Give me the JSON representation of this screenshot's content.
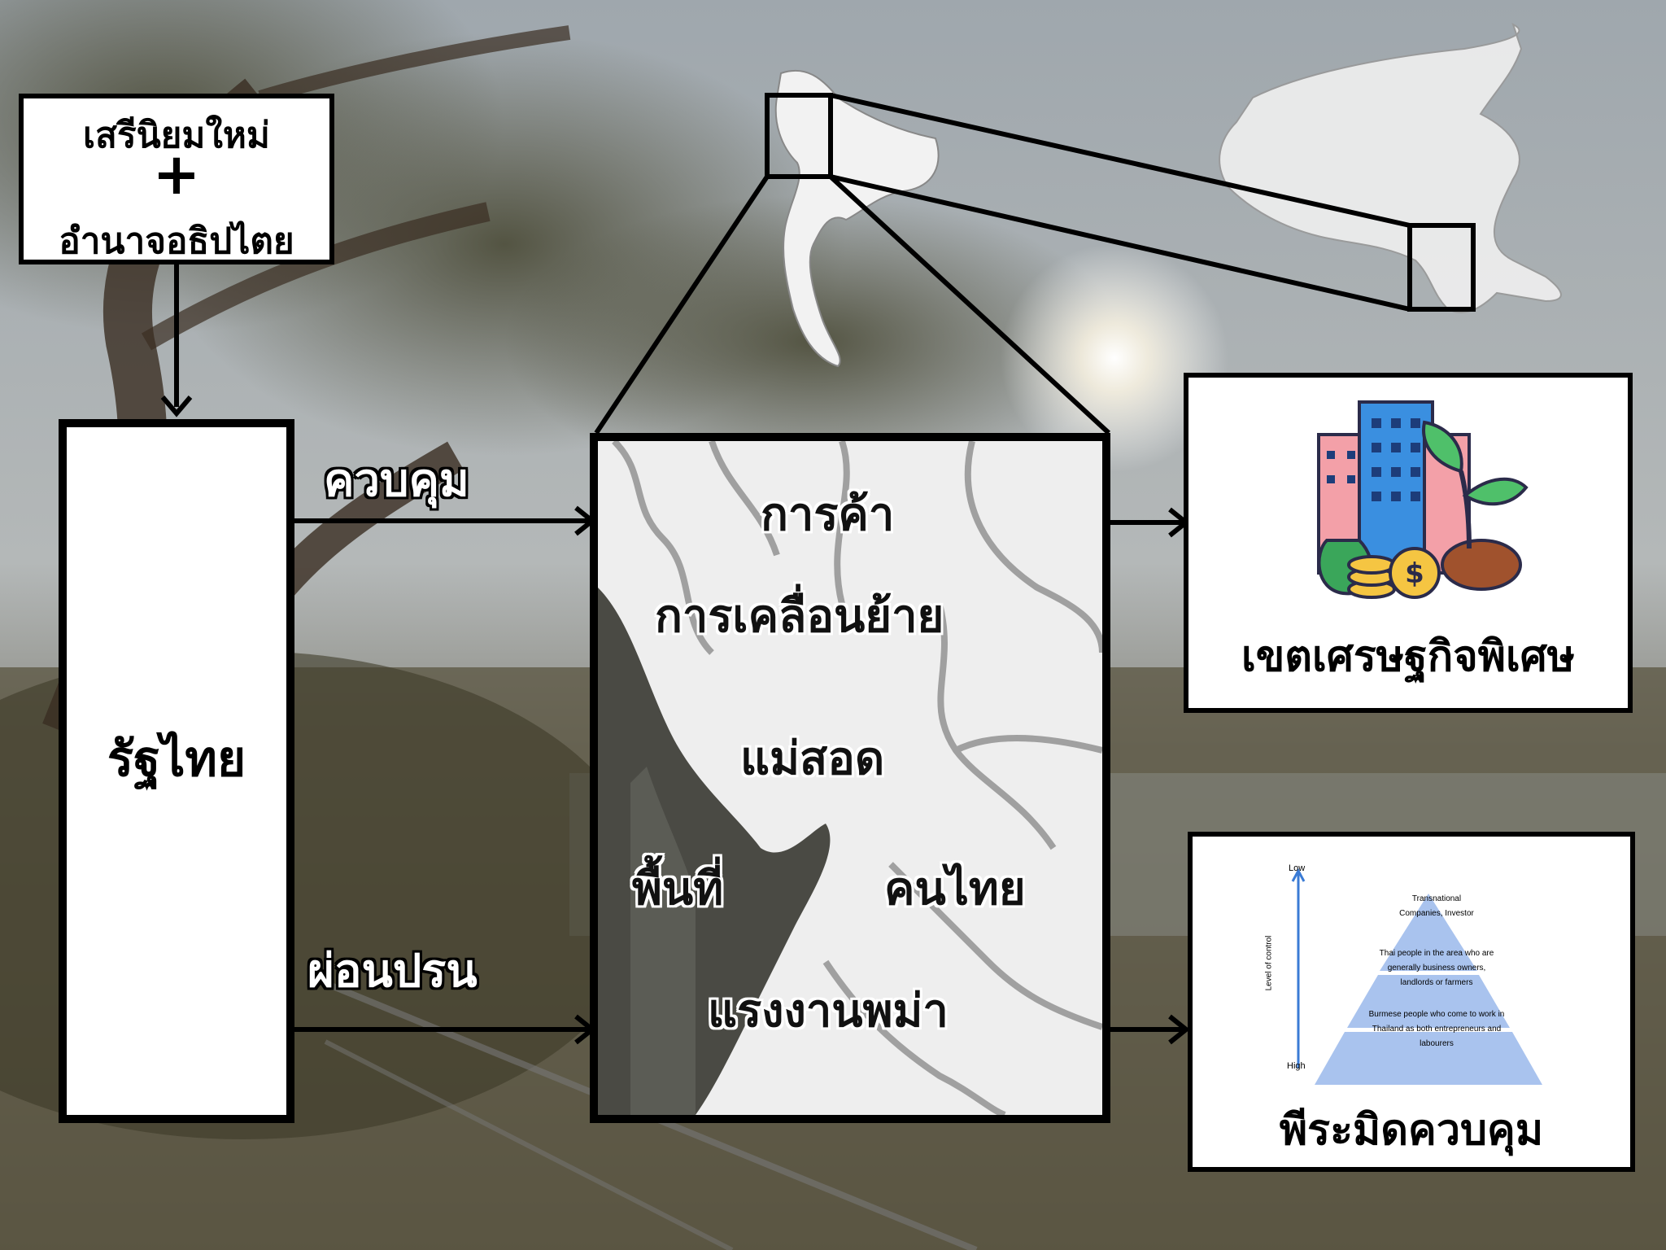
{
  "top_box": {
    "line1": "เสรีนิยมใหม่",
    "plus": "+",
    "line2": "อำนาจอธิปไตย"
  },
  "state_box": {
    "label": "รัฐไทย"
  },
  "arrows": {
    "control_label": "ควบคุม",
    "relax_label": "ผ่อนปรน"
  },
  "map_box": {
    "items": [
      "การค้า",
      "การเคลื่อนย้าย",
      "แม่สอด",
      "พื้นที่",
      "คนไทย",
      "แรงงานพม่า"
    ]
  },
  "sez_box": {
    "label": "เขตเศรษฐกิจพิเศษ",
    "icon": "city-money-plant-icon"
  },
  "pyramid_box": {
    "label": "พีระมิดควบคุม",
    "axis_label": "Level of control",
    "axis_low": "Low",
    "axis_high": "High",
    "tiers": [
      "Transnational Companies, Investor",
      "Thai people in the area who are generally business owners, landlords or farmers",
      "Burmese people who come to work in Thailand as both entrepreneurs and labourers"
    ]
  },
  "colors": {
    "box_border": "#000000",
    "pyramid_fill": "#a9c3ee",
    "map_fill": "#eeeeee",
    "arrow": "#000000"
  }
}
